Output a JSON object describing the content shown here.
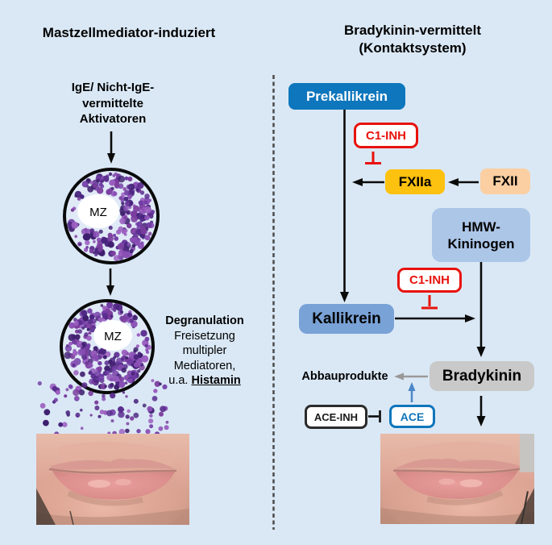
{
  "left": {
    "title": "Mastzellmediator-induziert",
    "activators": {
      "line1": "IgE/ Nicht-IgE-",
      "line2": "vermittelte",
      "line3": "Aktivatoren"
    },
    "mast_cell_label": "MZ",
    "degranulation": {
      "heading": "Degranulation",
      "line1": "Freisetzung",
      "line2": "multipler",
      "line3": "Mediatoren,",
      "line4_prefix": "u.a. ",
      "line4_emphasis": "Histamin"
    }
  },
  "right": {
    "title_line1": "Bradykinin-vermittelt",
    "title_line2": "(Kontaktsystem)",
    "nodes": {
      "prekallikrein": "Prekallikrein",
      "c1_inh_upper": "C1-INH",
      "fxiia": "FXIIa",
      "fxii": "FXII",
      "hmw_line1": "HMW-",
      "hmw_line2": "Kininogen",
      "c1_inh_lower": "C1-INH",
      "kallikrein": "Kallikrein",
      "bradykinin": "Bradykinin",
      "abbauprodukte": "Abbauprodukte",
      "ace_inh": "ACE-INH",
      "ace": "ACE"
    }
  },
  "colors": {
    "background": "#DAE8F5",
    "prekallikrein_fill": "#0E76BC",
    "fxiia_fill": "#FDC110",
    "fxii_fill": "#FBCFA2",
    "hmw_fill": "#ACC6E8",
    "kallikrein_fill": "#79A2D6",
    "bradykinin_fill": "#C9C9C9",
    "inhibitor_red": "#E8120C",
    "ace_blue": "#0E76BC",
    "arrow_black": "#0a0a0a",
    "arrow_gray": "#999999",
    "arrow_blue": "#4A86C8",
    "granule_palette": [
      "#5A2D8E",
      "#6F3AA3",
      "#49247E",
      "#8A4FB5",
      "#3E1F6E",
      "#9B5FC0",
      "#7B3E9E"
    ]
  }
}
